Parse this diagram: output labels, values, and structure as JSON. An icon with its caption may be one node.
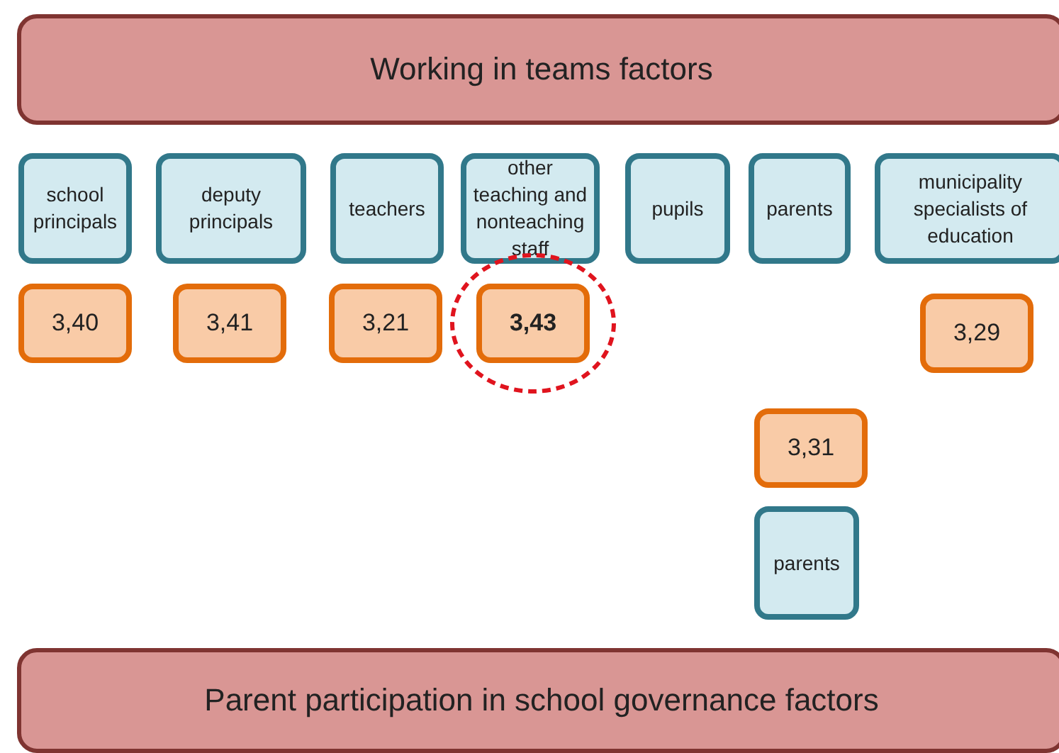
{
  "diagram": {
    "nodes": [
      {
        "text": [
          "Working in teams factors"
        ]
      },
      {
        "text": [
          "school principals"
        ]
      },
      {
        "text": [
          "deputy principals"
        ]
      },
      {
        "text": [
          "teachers"
        ]
      },
      {
        "text": [
          "other teaching and nonteaching staff"
        ]
      },
      {
        "text": [
          "pupils"
        ]
      },
      {
        "text": [
          "parents"
        ]
      },
      {
        "text": [
          "municipality specialists of education"
        ]
      },
      {
        "text": [
          "3,40"
        ]
      },
      {
        "text": [
          "3,41"
        ]
      },
      {
        "text": [
          "3,21"
        ]
      },
      {
        "text": [
          "3,43"
        ]
      },
      {
        "text": [
          "3,29"
        ]
      },
      {
        "text": [
          "3,31"
        ]
      },
      {
        "text": [
          "parents"
        ]
      },
      {
        "text": [
          "Parent participation in school governance factors"
        ]
      }
    ],
    "edges": []
  }
}
